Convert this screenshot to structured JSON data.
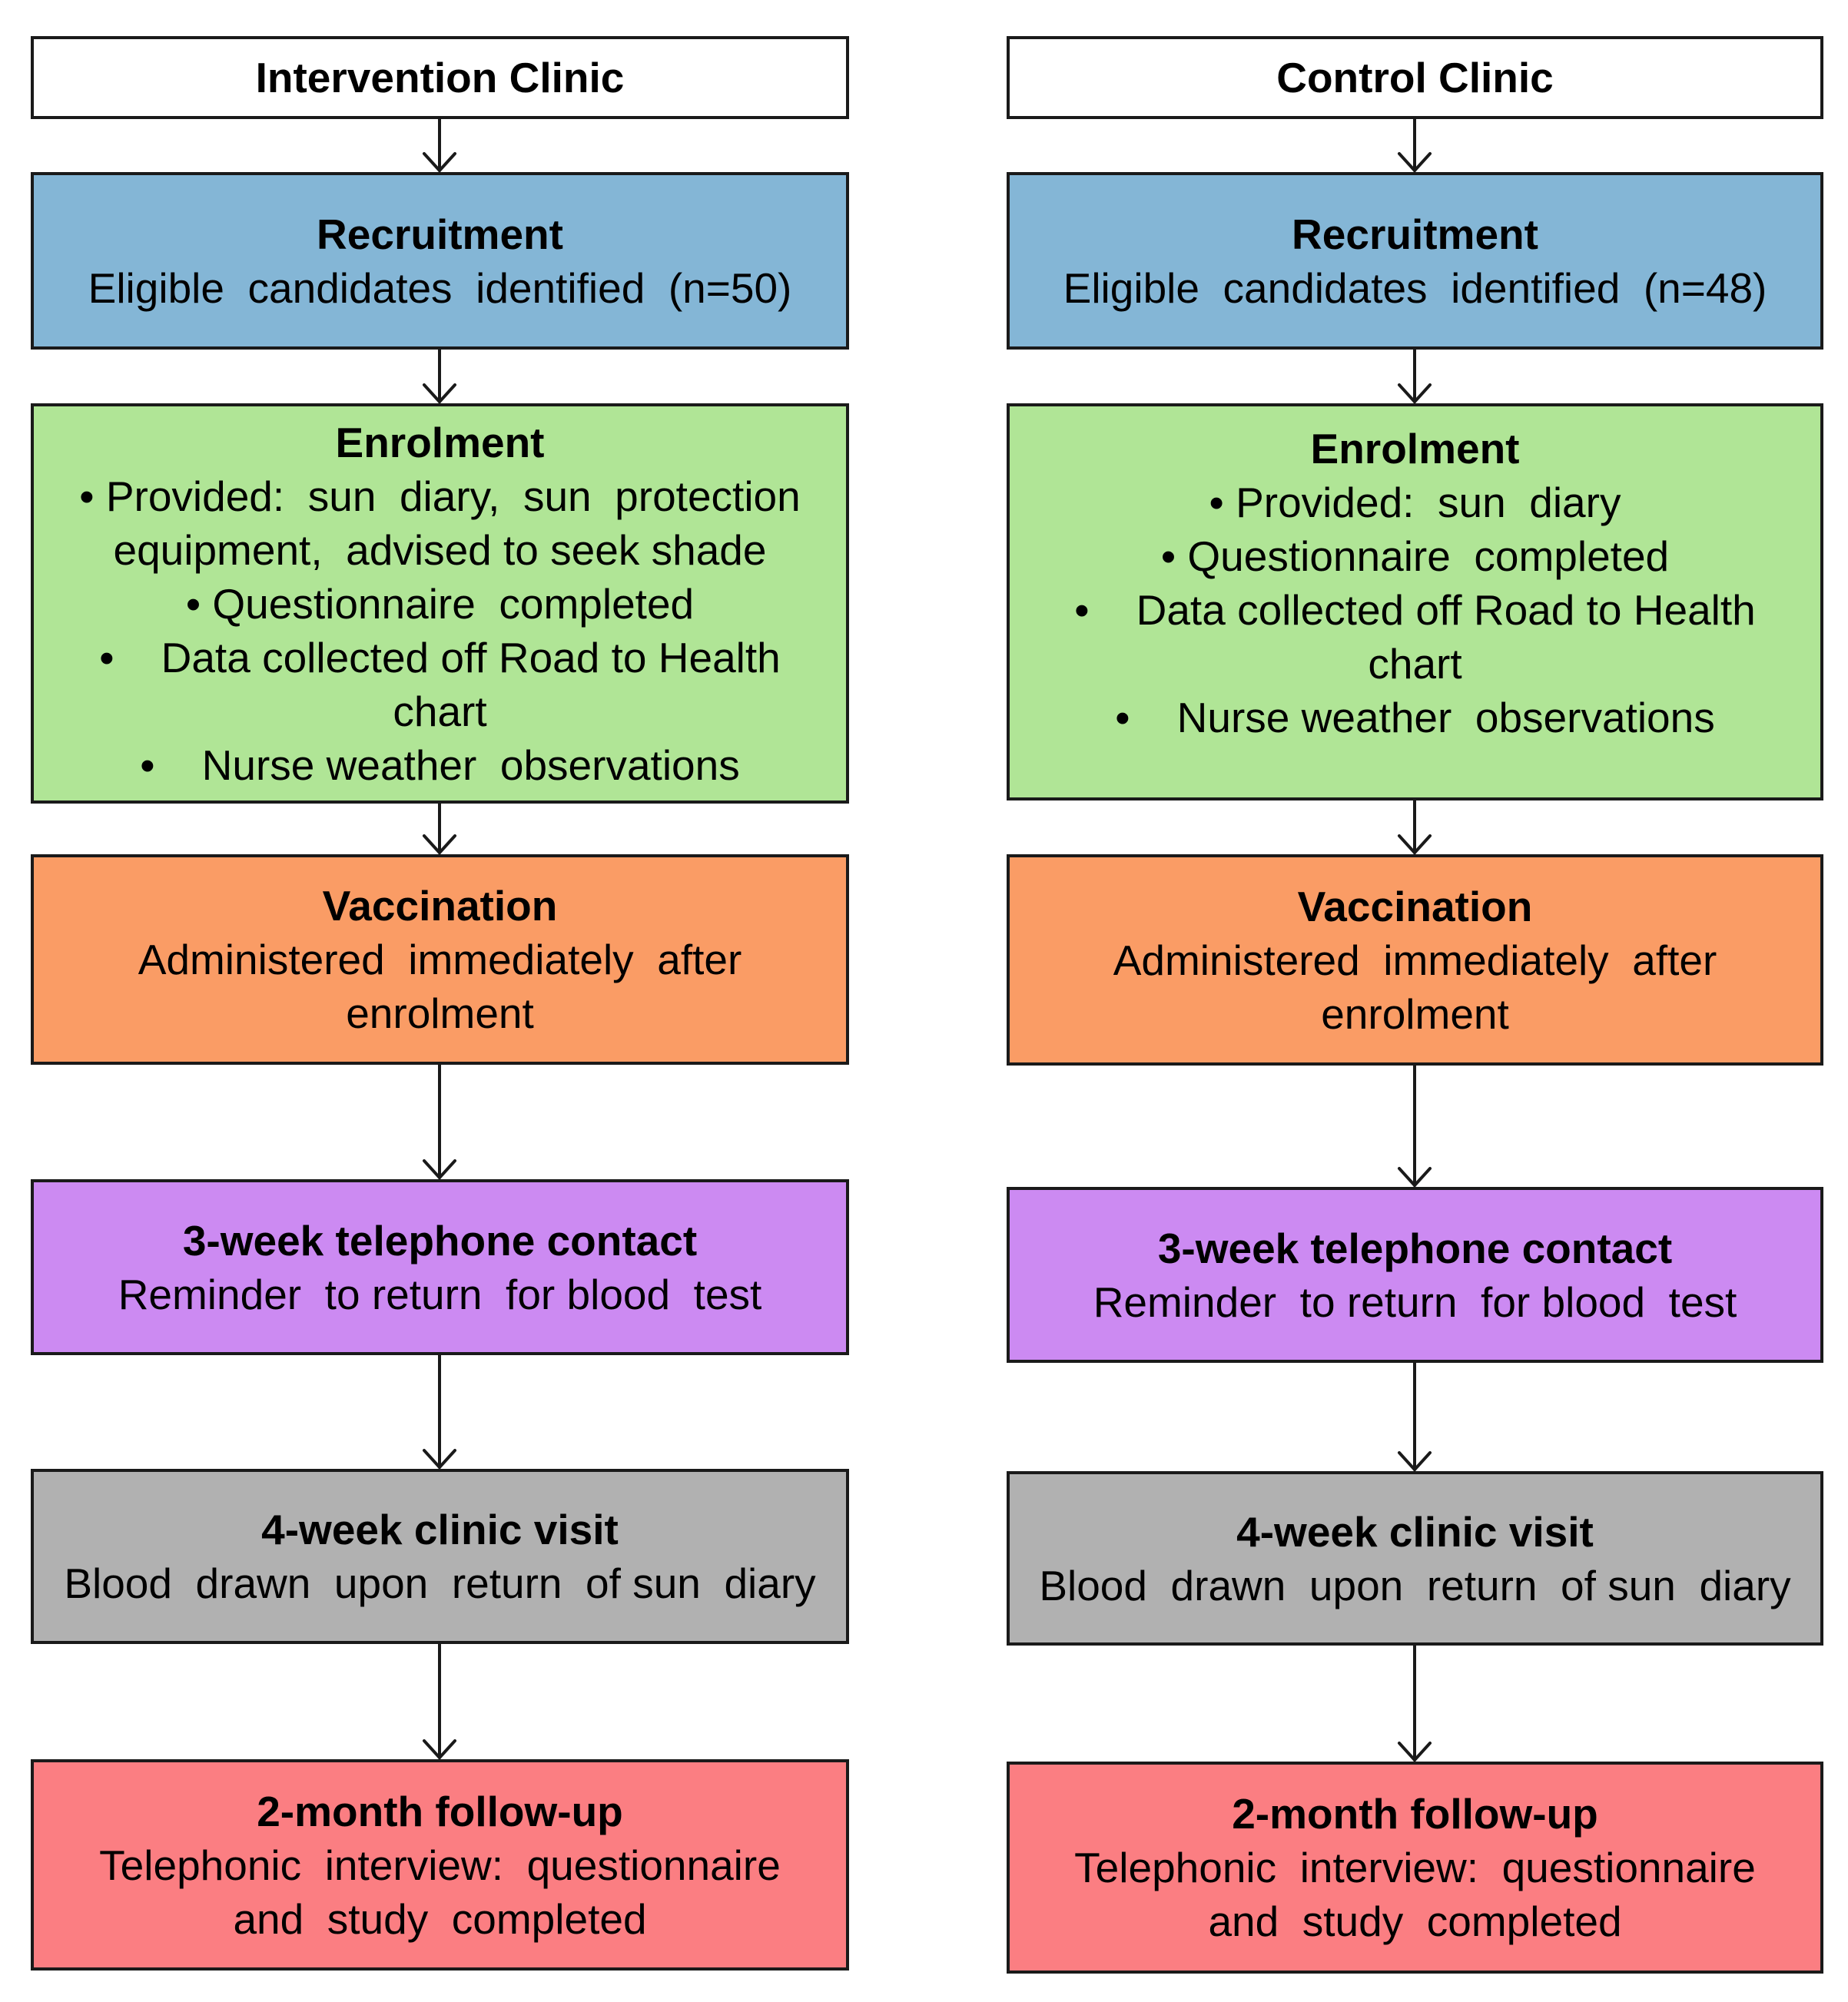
{
  "columns": {
    "intervention": {
      "header": "Intervention Clinic",
      "recruitment": {
        "title": "Recruitment",
        "lines": [
          "Eligible  candidates  identified  (n=50)"
        ]
      },
      "enrolment": {
        "title": "Enrolment",
        "lines": [
          "• Provided:  sun  diary,  sun  protection",
          "equipment,  advised to seek shade",
          "• Questionnaire  completed",
          "•    Data collected off Road to Health",
          "chart",
          "•    Nurse weather  observations"
        ]
      },
      "vaccination": {
        "title": "Vaccination",
        "lines": [
          "Administered  immediately  after",
          "enrolment"
        ]
      },
      "telephone": {
        "title": "3-week telephone contact",
        "lines": [
          "Reminder  to return  for blood  test"
        ]
      },
      "visit": {
        "title": "4-week clinic visit",
        "lines": [
          "Blood  drawn  upon  return  of sun  diary"
        ]
      },
      "followup": {
        "title": "2-month follow-up",
        "lines": [
          "Telephonic  interview:  questionnaire",
          "and  study  completed"
        ]
      }
    },
    "control": {
      "header": "Control Clinic",
      "recruitment": {
        "title": "Recruitment",
        "lines": [
          "Eligible  candidates  identified  (n=48)"
        ]
      },
      "enrolment": {
        "title": "Enrolment",
        "lines": [
          "• Provided:  sun  diary",
          "• Questionnaire  completed",
          "•    Data collected off Road to Health",
          "chart",
          "•    Nurse weather  observations"
        ]
      },
      "vaccination": {
        "title": "Vaccination",
        "lines": [
          "Administered  immediately  after",
          "enrolment"
        ]
      },
      "telephone": {
        "title": "3-week telephone contact",
        "lines": [
          "Reminder  to return  for blood  test"
        ]
      },
      "visit": {
        "title": "4-week clinic visit",
        "lines": [
          "Blood  drawn  upon  return  of sun  diary"
        ]
      },
      "followup": {
        "title": "2-month follow-up",
        "lines": [
          "Telephonic  interview:  questionnaire",
          "and  study  completed"
        ]
      }
    }
  },
  "colors": {
    "header": "#ffffff",
    "recruitment": "#84b6d6",
    "enrolment": "#b0e596",
    "vaccination": "#fa9c65",
    "telephone": "#cc8af2",
    "visit": "#b1b1b1",
    "followup": "#fb7e82"
  }
}
